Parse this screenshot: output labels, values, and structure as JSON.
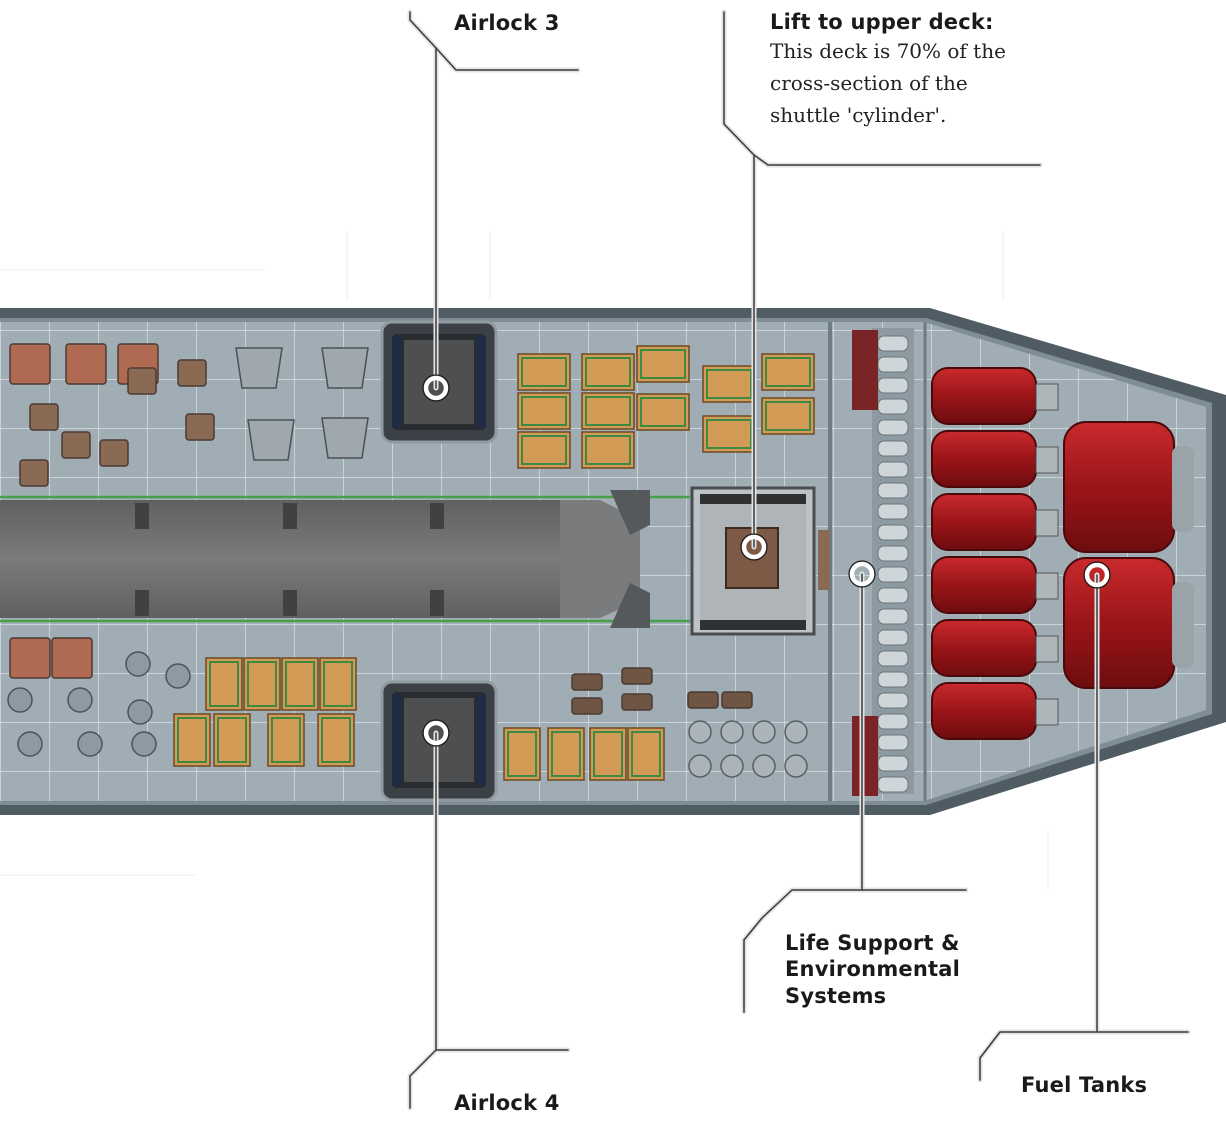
{
  "callouts": {
    "airlock3": {
      "title": "Airlock 3"
    },
    "lift": {
      "title": "Lift to upper deck:",
      "body_lines": [
        "This deck is 70% of the",
        "cross-section of the",
        "shuttle 'cylinder'."
      ]
    },
    "life_support": {
      "title_lines": [
        "Life Support &",
        "Environmental",
        "Systems"
      ]
    },
    "airlock4": {
      "title": "Airlock 4"
    },
    "fuel_tanks": {
      "title": "Fuel Tanks"
    }
  },
  "colors": {
    "hull": "#5d6b74",
    "deck_floor": "#a3afb6",
    "grid": "#d9e1e6",
    "corridor": "#6e6f70",
    "fuel_tank": "#a8181c",
    "crate": "#d39a52",
    "leader_line": "#e6e6e6"
  }
}
